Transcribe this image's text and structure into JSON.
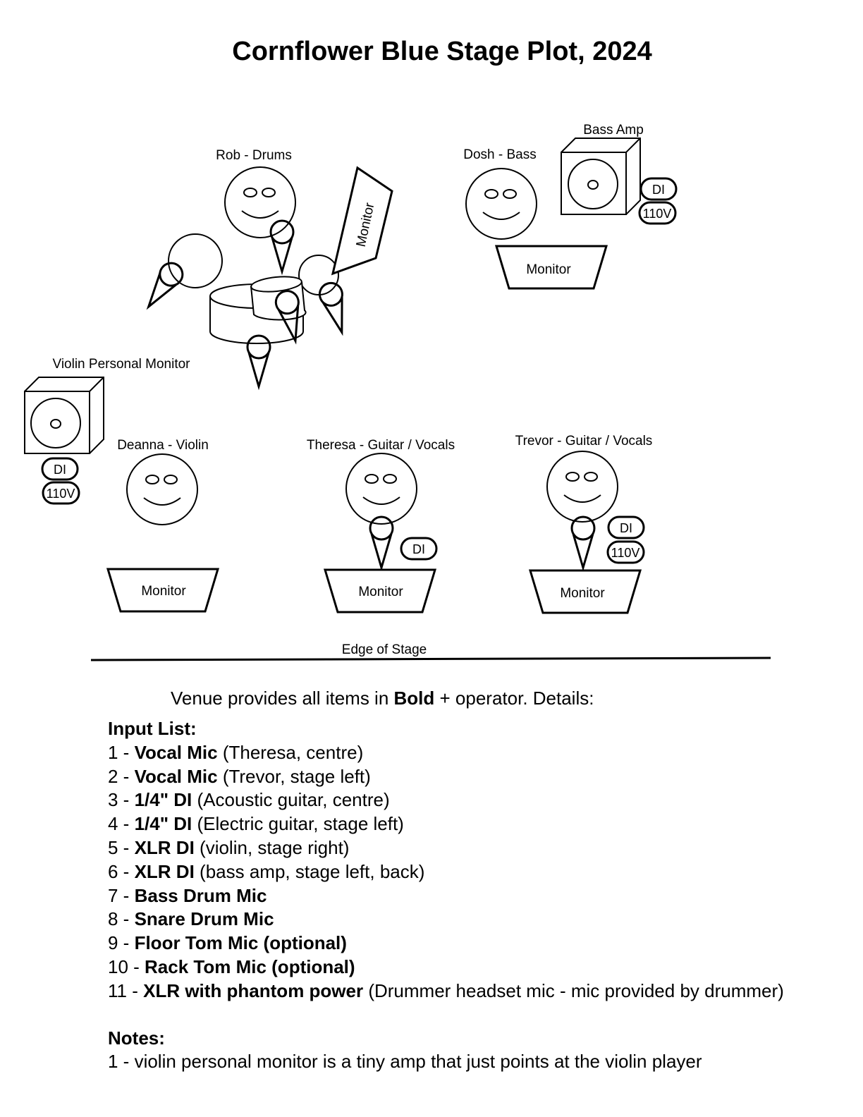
{
  "title": "Cornflower Blue Stage Plot, 2024",
  "labels": {
    "rob": "Rob - Drums",
    "dosh": "Dosh - Bass",
    "bass_amp": "Bass Amp",
    "violin_monitor": "Violin Personal Monitor",
    "deanna": "Deanna - Violin",
    "theresa": "Theresa - Guitar / Vocals",
    "trevor": "Trevor - Guitar / Vocals",
    "monitor": "Monitor",
    "di": "DI",
    "power": "110V",
    "edge": "Edge of Stage"
  },
  "venue": {
    "prefix": "Venue provides all items in ",
    "bold": "Bold",
    "suffix": " + operator.   Details:"
  },
  "input_list": {
    "heading": "Input List:",
    "items": [
      {
        "num": "1 - ",
        "bold": "Vocal Mic",
        "rest": " (Theresa, centre)"
      },
      {
        "num": "2 - ",
        "bold": "Vocal Mic",
        "rest": " (Trevor, stage left)"
      },
      {
        "num": "3 - ",
        "bold": "1/4\" DI",
        "rest": " (Acoustic guitar, centre)"
      },
      {
        "num": "4 - ",
        "bold": "1/4\" DI",
        "rest": " (Electric guitar, stage left)"
      },
      {
        "num": "5 - ",
        "bold": "XLR DI",
        "rest": " (violin, stage right)"
      },
      {
        "num": "6 - ",
        "bold": "XLR DI",
        "rest": " (bass amp, stage left, back)"
      },
      {
        "num": "7 - ",
        "bold": "Bass Drum Mic",
        "rest": ""
      },
      {
        "num": "8 - ",
        "bold": "Snare Drum Mic",
        "rest": ""
      },
      {
        "num": "9 - ",
        "bold": "Floor Tom Mic (optional)",
        "rest": ""
      },
      {
        "num": "10 - ",
        "bold": "Rack Tom Mic (optional)",
        "rest": ""
      },
      {
        "num": "11 - ",
        "bold": "XLR with phantom power",
        "rest": " (Drummer headset mic - mic provided by drummer)"
      }
    ]
  },
  "notes": {
    "heading": "Notes:",
    "items": [
      "1 - violin personal monitor is a tiny amp that just points at the violin player"
    ]
  }
}
